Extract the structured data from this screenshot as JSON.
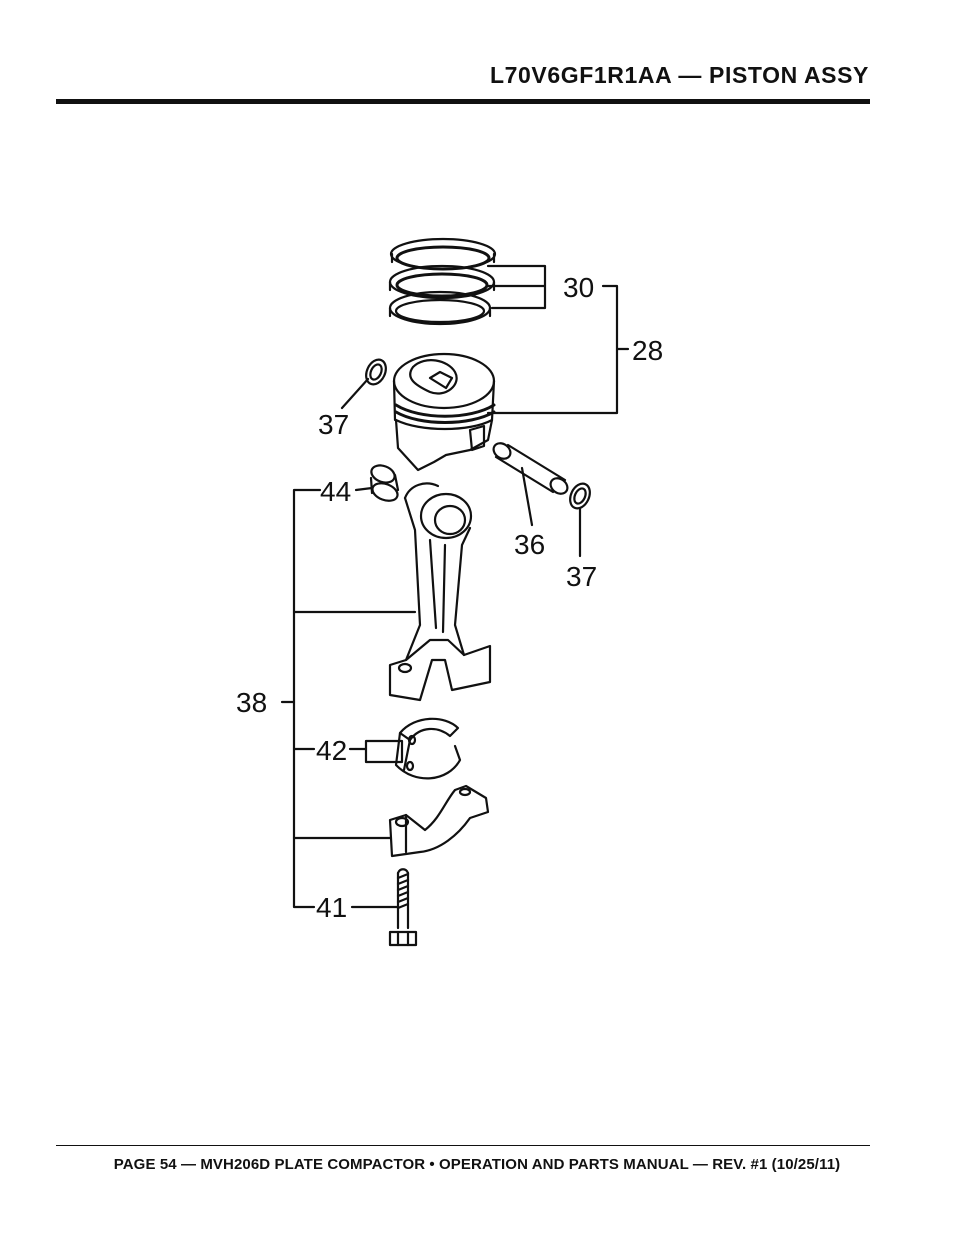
{
  "header": {
    "title": "L70V6GF1R1AA — PISTON ASSY"
  },
  "diagram": {
    "callouts": {
      "piston_rings": "30",
      "piston_assy": "28",
      "clip_left": "37",
      "bushing": "44",
      "piston_pin": "36",
      "clip_right": "37",
      "connecting_rod_assy": "38",
      "bearing": "42",
      "bolt": "41"
    }
  },
  "footer": {
    "text": "PAGE 54 — MVH206D PLATE COMPACTOR • OPERATION AND PARTS MANUAL — REV. #1 (10/25/11)"
  }
}
